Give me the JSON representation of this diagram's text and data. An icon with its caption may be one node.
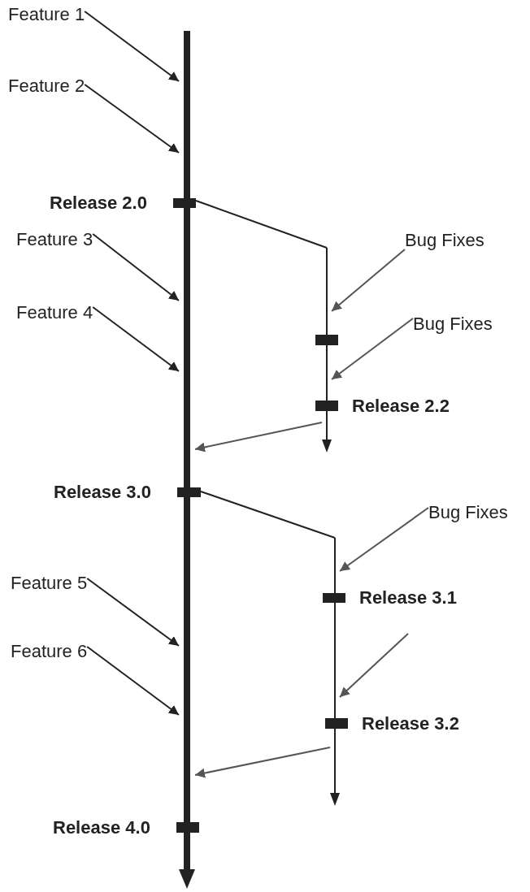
{
  "diagram": {
    "nodes": [
      {
        "text": [
          "Feature 1"
        ]
      },
      {
        "text": [],
        "shape": "bar"
      },
      {
        "text": [
          "Feature 2"
        ]
      },
      {
        "text": [
          "Release 2.0"
        ]
      },
      {
        "text": [
          "Feature 3"
        ]
      },
      {
        "text": [
          "Bug Fixes"
        ]
      },
      {
        "text": [],
        "shape": "bar"
      },
      {
        "text": [
          "Feature 4"
        ]
      },
      {
        "text": [],
        "shape": "bar"
      },
      {
        "text": [
          "Bug Fixes"
        ]
      },
      {
        "text": [
          "Release 2.2"
        ]
      },
      {
        "text": [
          "Release 3.0"
        ]
      },
      {
        "text": [],
        "shape": "bar"
      },
      {
        "text": [
          "Bug Fixes"
        ]
      },
      {
        "text": [
          "Feature 5"
        ]
      },
      {
        "text": [
          "Release 3.1"
        ]
      },
      {
        "text": [
          "Feature 6"
        ]
      },
      {
        "text": [
          "Release 3.2"
        ]
      },
      {
        "text": [
          "Release 4.0"
        ]
      }
    ],
    "edges": [
      {
        "from": 0,
        "to": 1,
        "arrow": "to"
      },
      {
        "from": 2,
        "to": 1,
        "arrow": "to"
      },
      {
        "from": 3,
        "to": 6,
        "arrow": "none"
      },
      {
        "from": 4,
        "to": 1,
        "arrow": "to"
      },
      {
        "from": 5,
        "to": 6,
        "arrow": "to",
        "color": "#555555"
      },
      {
        "from": 7,
        "to": 1,
        "arrow": "to"
      },
      {
        "from": 9,
        "to": 6,
        "arrow": "to",
        "color": "#555555"
      },
      {
        "from": 6,
        "to": 1,
        "arrow": "to",
        "color": "#555555"
      },
      {
        "from": 11,
        "to": 12,
        "arrow": "none"
      },
      {
        "from": 13,
        "to": 12,
        "arrow": "to",
        "color": "#555555"
      },
      {
        "from": 14,
        "to": 1,
        "arrow": "to"
      },
      {
        "from": null,
        "to": 12,
        "arrow": "to",
        "color": "#555555"
      },
      {
        "from": 16,
        "to": 1,
        "arrow": "to"
      },
      {
        "from": 12,
        "to": 1,
        "arrow": "to",
        "color": "#555555"
      }
    ]
  }
}
